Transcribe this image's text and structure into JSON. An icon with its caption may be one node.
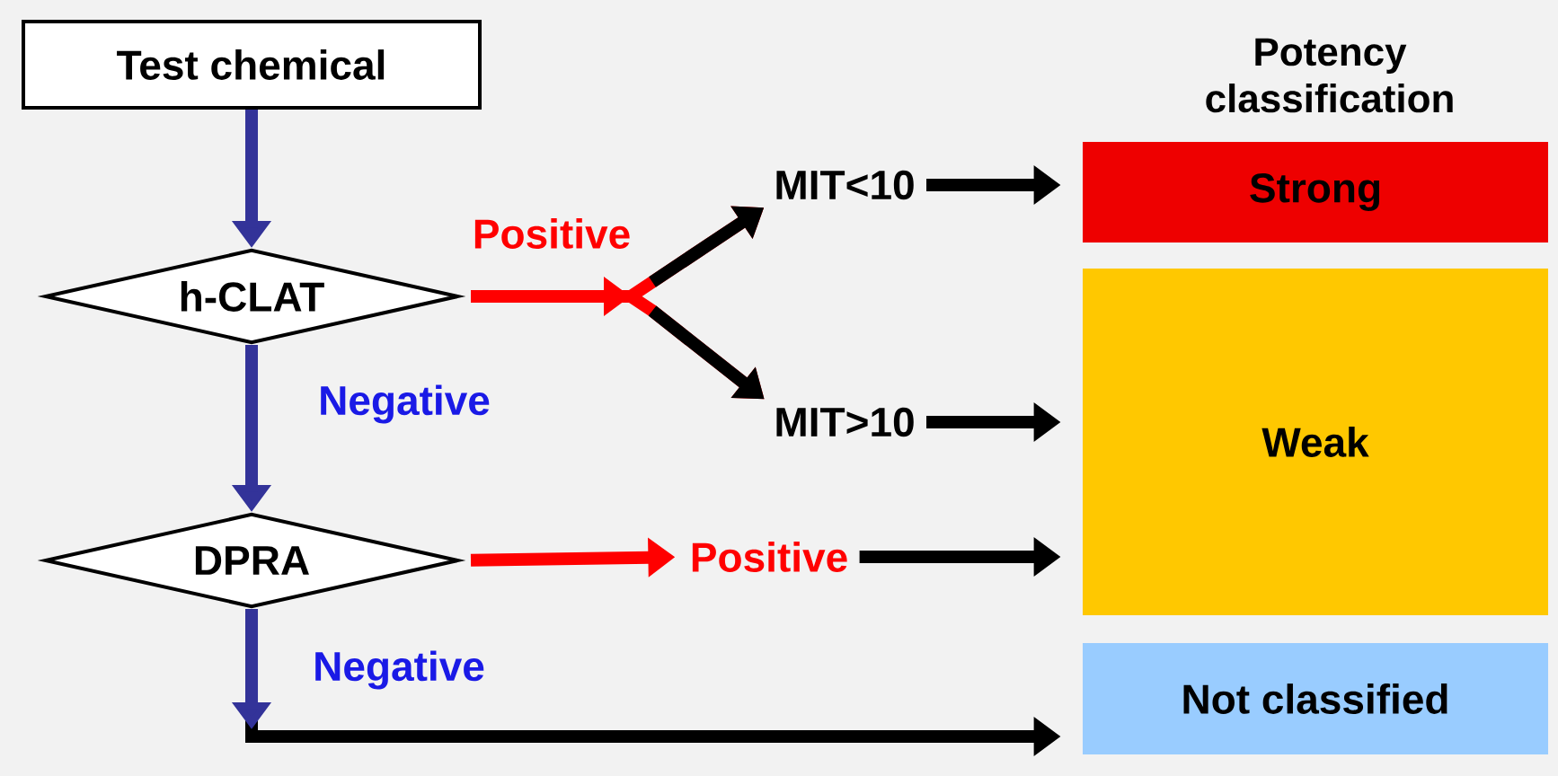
{
  "diagram": {
    "nodes": [
      {
        "text": [
          "Test chemical"
        ]
      },
      {
        "text": [
          "h-CLAT"
        ]
      },
      {
        "text": [
          "DPRA"
        ]
      },
      {
        "text": [
          "MIT<10"
        ]
      },
      {
        "text": [
          "MIT>10"
        ]
      },
      {
        "text": [
          "Positive"
        ]
      },
      {
        "text": [
          "Strong"
        ]
      },
      {
        "text": [
          "Weak"
        ]
      },
      {
        "text": [
          "Not classified"
        ]
      }
    ],
    "edges": [
      {
        "from": 0,
        "to": 1,
        "arrow": "to",
        "color": "#333399"
      },
      {
        "from": 1,
        "to": 2,
        "arrow": "to",
        "color": "#333399",
        "label": "Negative"
      },
      {
        "from": 1,
        "to": 3,
        "arrow": "to",
        "color": "#ff0000",
        "label": "Positive"
      },
      {
        "from": 1,
        "to": 4,
        "arrow": "to",
        "color": "#ff0000"
      },
      {
        "from": 3,
        "to": 6,
        "arrow": "to"
      },
      {
        "from": 4,
        "to": 7,
        "arrow": "to"
      },
      {
        "from": 2,
        "to": 5,
        "arrow": "to",
        "color": "#ff0000"
      },
      {
        "from": 5,
        "to": 7,
        "arrow": "to"
      },
      {
        "from": 2,
        "to": 8,
        "arrow": "to",
        "label": "Negative"
      }
    ],
    "labels": [
      "Potency classification"
    ]
  }
}
